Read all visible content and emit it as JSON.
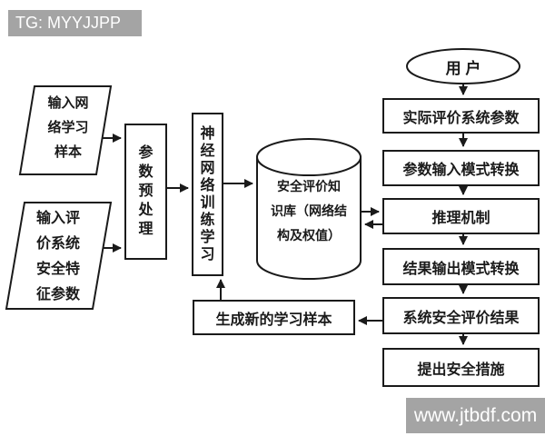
{
  "tg_badge": {
    "text": "TG: MYYJJPP"
  },
  "watermark": {
    "text": "www.jtbdf.com"
  },
  "diagram": {
    "input_network_samples": "输入网\n络学习\n样本",
    "input_eval_params": "输入评\n价系统\n安全特\n征参数",
    "param_preprocess": "参数预处理",
    "nn_training": "神经网络训练学习",
    "knowledge_base": "安全评价知\n识库（网络结\n构及权值）",
    "generate_samples": "生成新的学习样本",
    "user": "用 户",
    "actual_eval_params": "实际评价系统参数",
    "param_input_mode": "参数输入模式转换",
    "inference_engine": "推理机制",
    "result_output_mode": "结果输出模式转换",
    "system_eval_result": "系统安全评价结果",
    "propose_measures": "提出安全措施"
  },
  "colors": {
    "line": "#1a1a1a",
    "bar_bg": "#a4a4a4",
    "bar_text": "#ffffff",
    "background": "#ffffff"
  }
}
